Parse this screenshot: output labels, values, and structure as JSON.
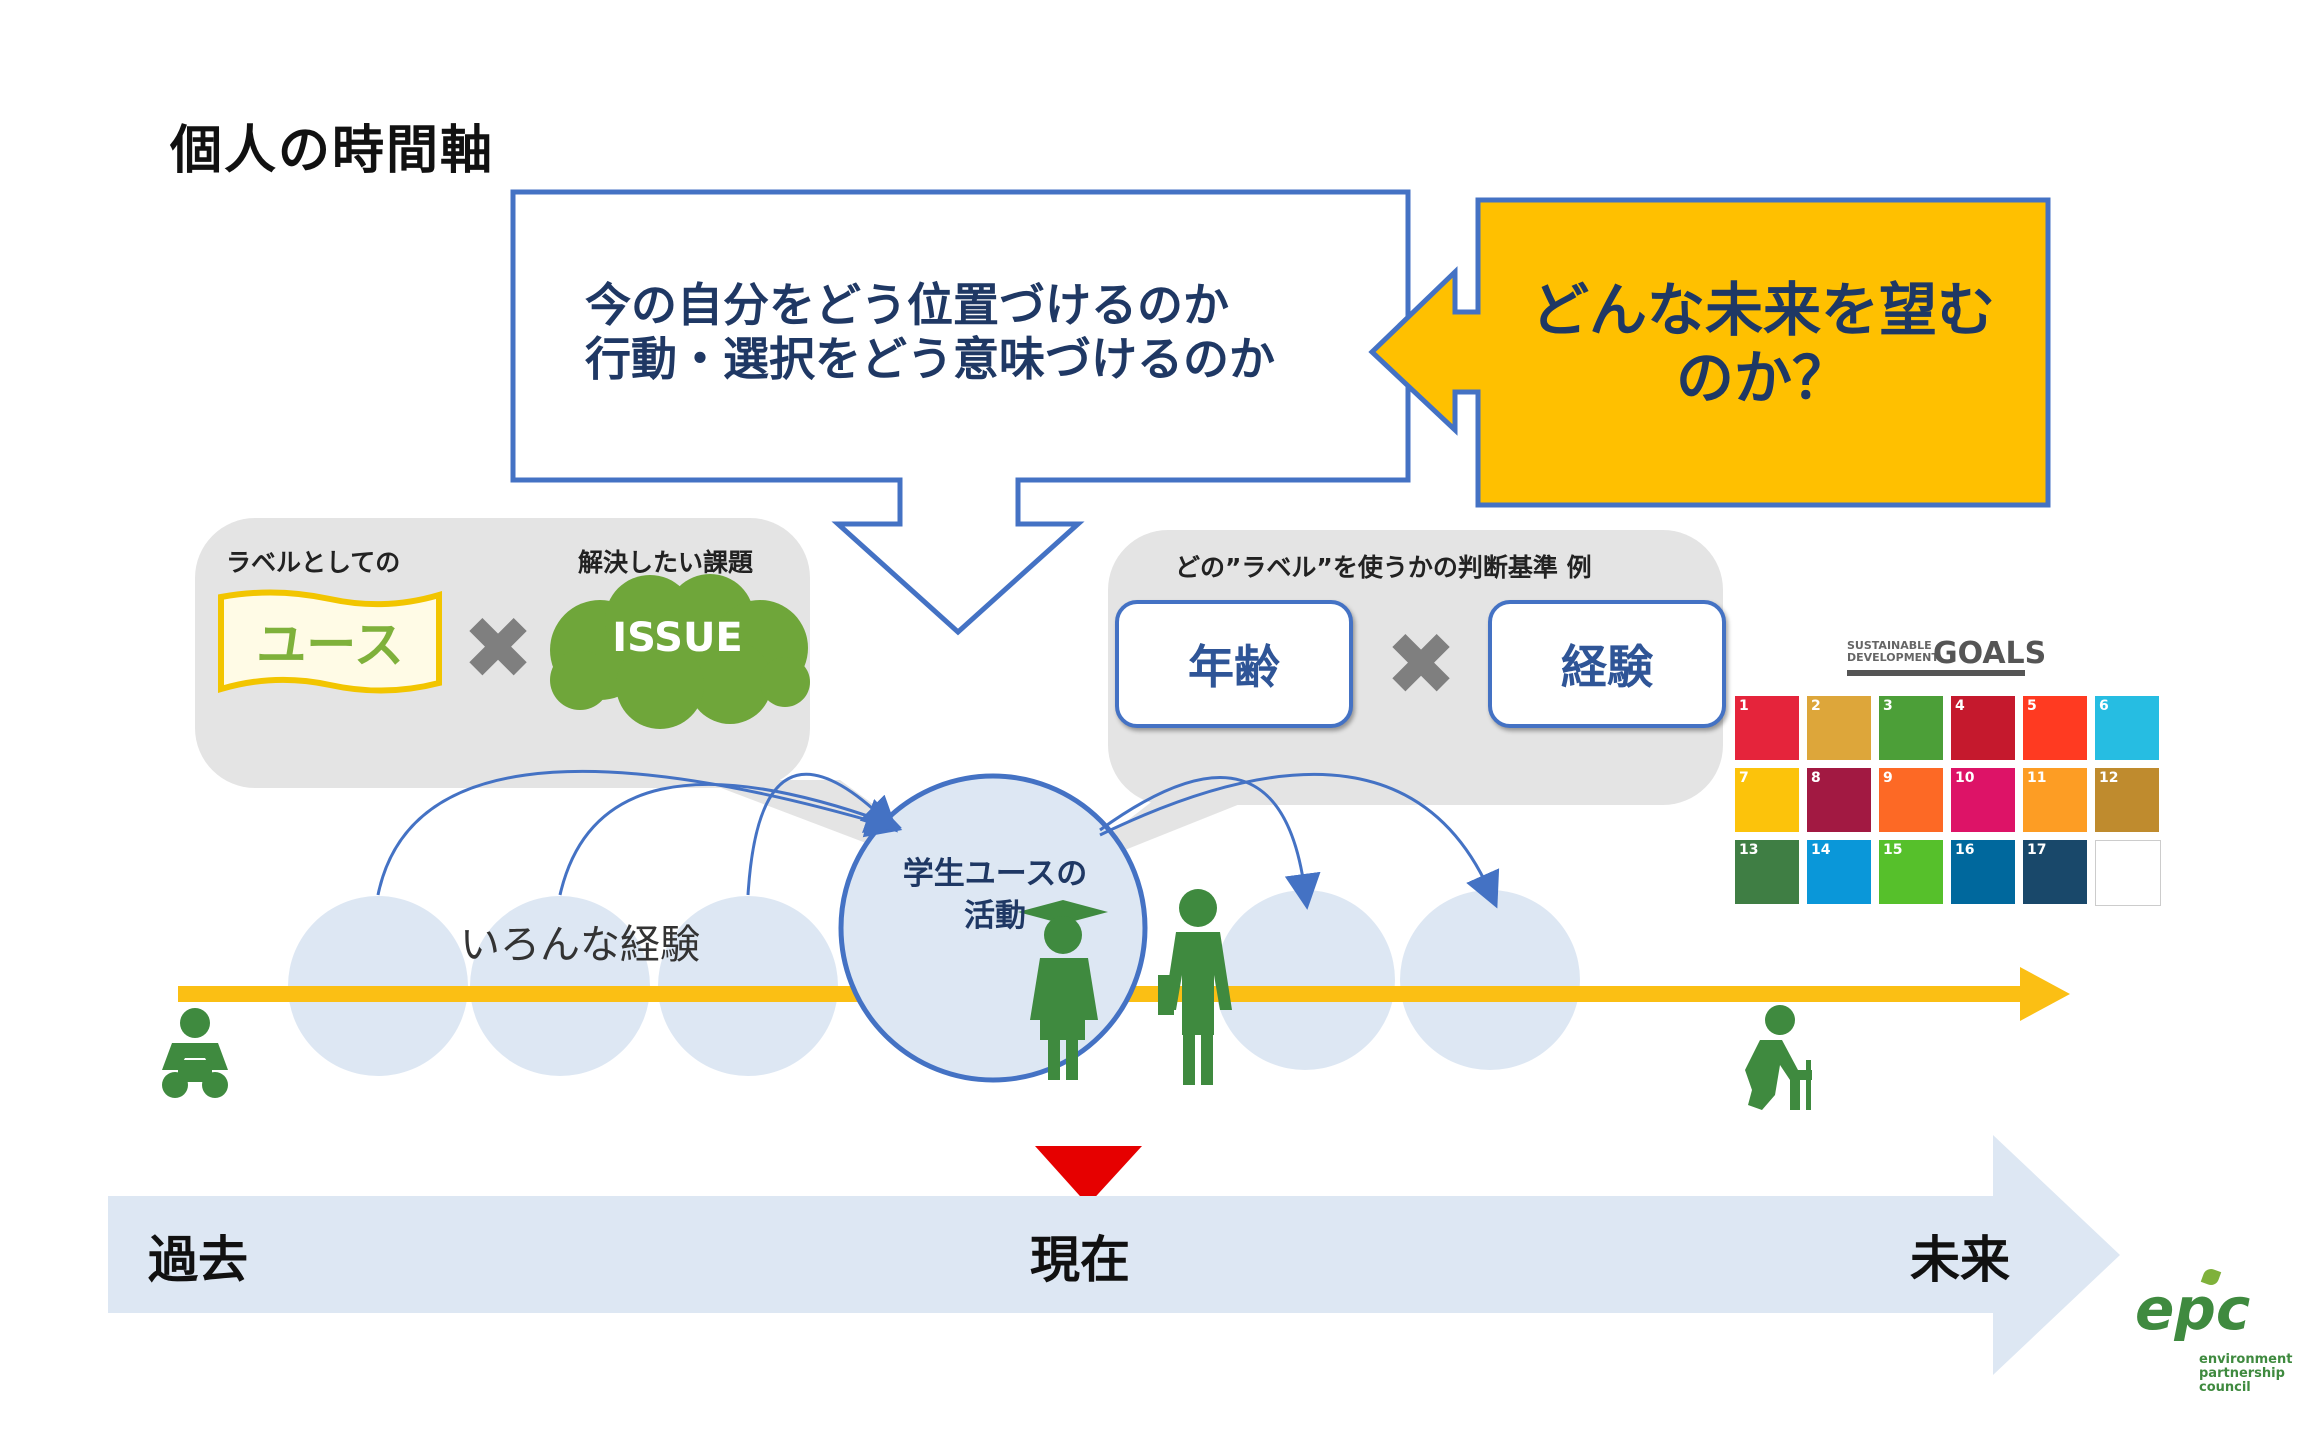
{
  "title": "個人の時間軸",
  "callout": {
    "line1": "今の自分をどう位置づけるのか",
    "line2": "行動・選択をどう意味づけるのか"
  },
  "future_question": {
    "line1": "どんな未来を望む",
    "line2": "のか？"
  },
  "left_panel": {
    "label_youth": "ラベルとしての",
    "label_issue": "解決したい課題",
    "youth": "ユース",
    "issue": "ISSUE"
  },
  "right_panel": {
    "label": "どの”ラベル”を使うかの判断基準 例",
    "age": "年齢",
    "experience": "経験"
  },
  "experience_label": "いろんな経験",
  "student_activity": {
    "line1": "学生ユースの",
    "line2": "活動"
  },
  "timeline": {
    "past": "過去",
    "present": "現在",
    "future": "未来"
  },
  "sdg_logo": {
    "line1": "SUSTAINABLE",
    "line2": "DEVELOPMENT",
    "goals": "GOALS"
  },
  "epc_logo": {
    "mark": "epc",
    "line1": "environment",
    "line2": "partnership",
    "line3": "council"
  },
  "colors": {
    "blue_border": "#4472c4",
    "yellow": "#ffc000",
    "timeline_yellow": "#fbbf14",
    "green": "#3f8a3f",
    "light_blue": "#dde7f3",
    "red_marker": "#e60000"
  },
  "sdg_goal_colors": [
    "#e5243b",
    "#dda63a",
    "#4c9f38",
    "#c5192d",
    "#ff3a21",
    "#26bde2",
    "#fcc30b",
    "#a21942",
    "#fd6925",
    "#dd1367",
    "#fd9d24",
    "#bf8b2e",
    "#3f7e44",
    "#0a97d9",
    "#56c02b",
    "#00689d",
    "#19486a"
  ]
}
